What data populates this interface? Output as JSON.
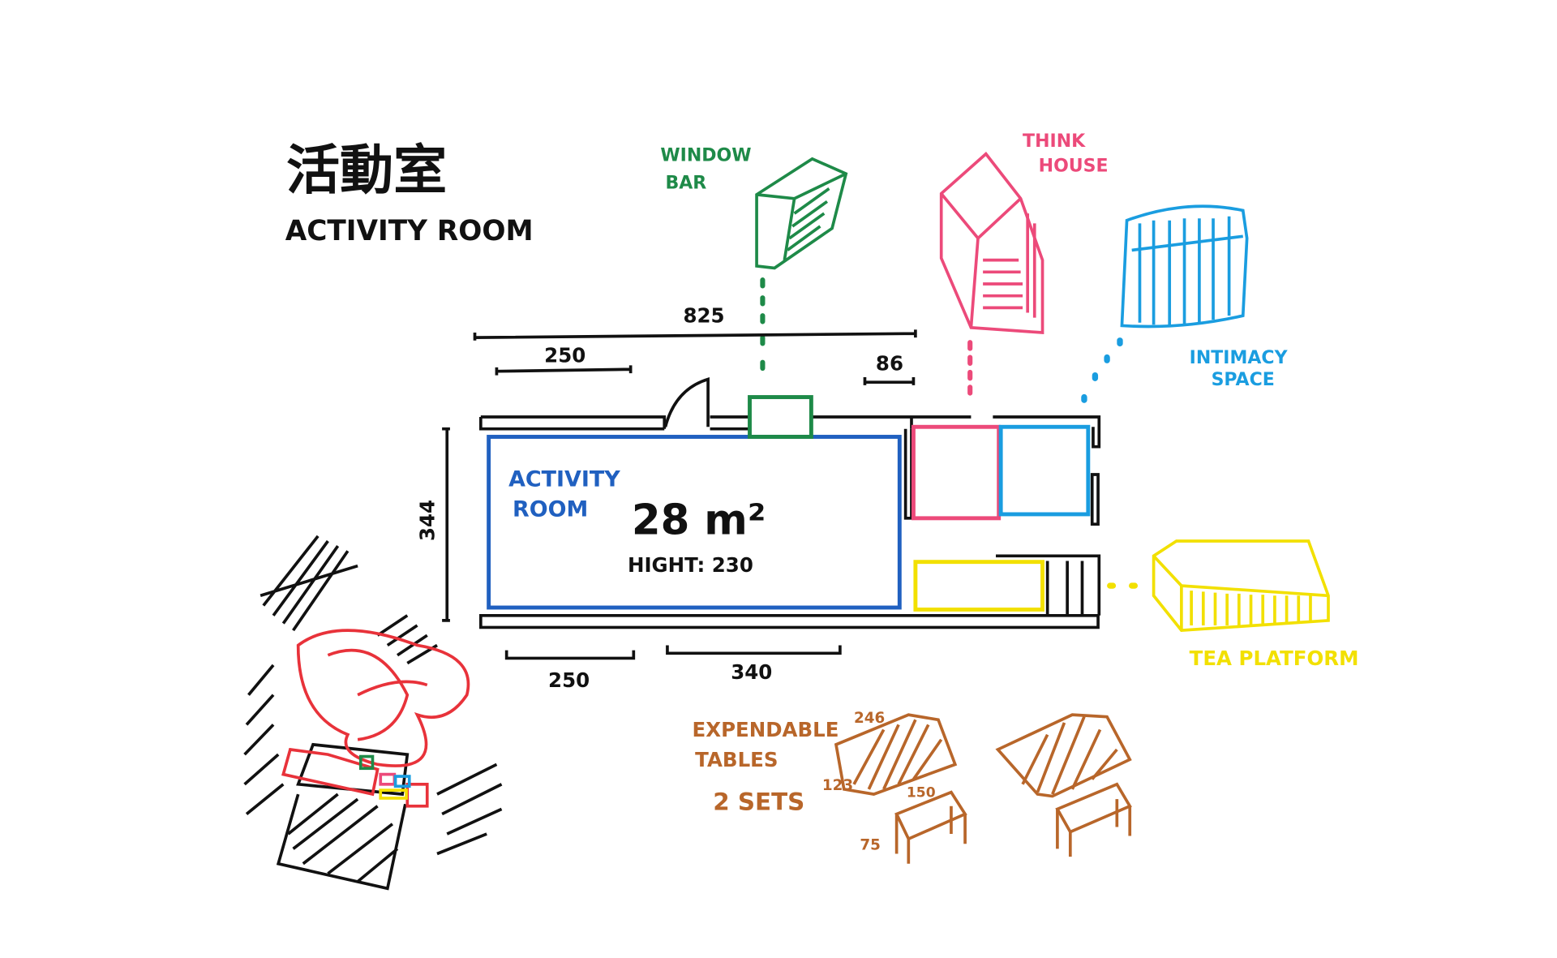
{
  "title": {
    "chinese": "活動室",
    "english": "ACTIVITY ROOM"
  },
  "annotations": {
    "window_bar": [
      "WINDOW",
      "BAR"
    ],
    "think_house": [
      "THINK",
      "HOUSE"
    ],
    "intimacy_space": [
      "INTIMACY",
      "SPACE"
    ],
    "tea_platform": "TEA PLATFORM",
    "expendable_tables": [
      "EXPENDABLE",
      "TABLES"
    ],
    "sets": "2 SETS"
  },
  "room": {
    "label": [
      "ACTIVITY",
      "ROOM"
    ],
    "area": "28 m²",
    "height": "HIGHT: 230"
  },
  "dimensions": {
    "overall_width": "825",
    "top_left": "250",
    "top_right": "86",
    "depth": "344",
    "bottom_left": "250",
    "bottom_mid": "340"
  },
  "table_dimensions": {
    "length": "246",
    "width": "123",
    "small_length": "150",
    "small_height": "75"
  },
  "colors": {
    "black": "#111111",
    "green": "#1e8a48",
    "pink": "#ec4a7a",
    "blue": "#1a9de0",
    "room_blue": "#2060c0",
    "yellow": "#f2e000",
    "brown": "#b8662a",
    "red": "#e8323a"
  }
}
